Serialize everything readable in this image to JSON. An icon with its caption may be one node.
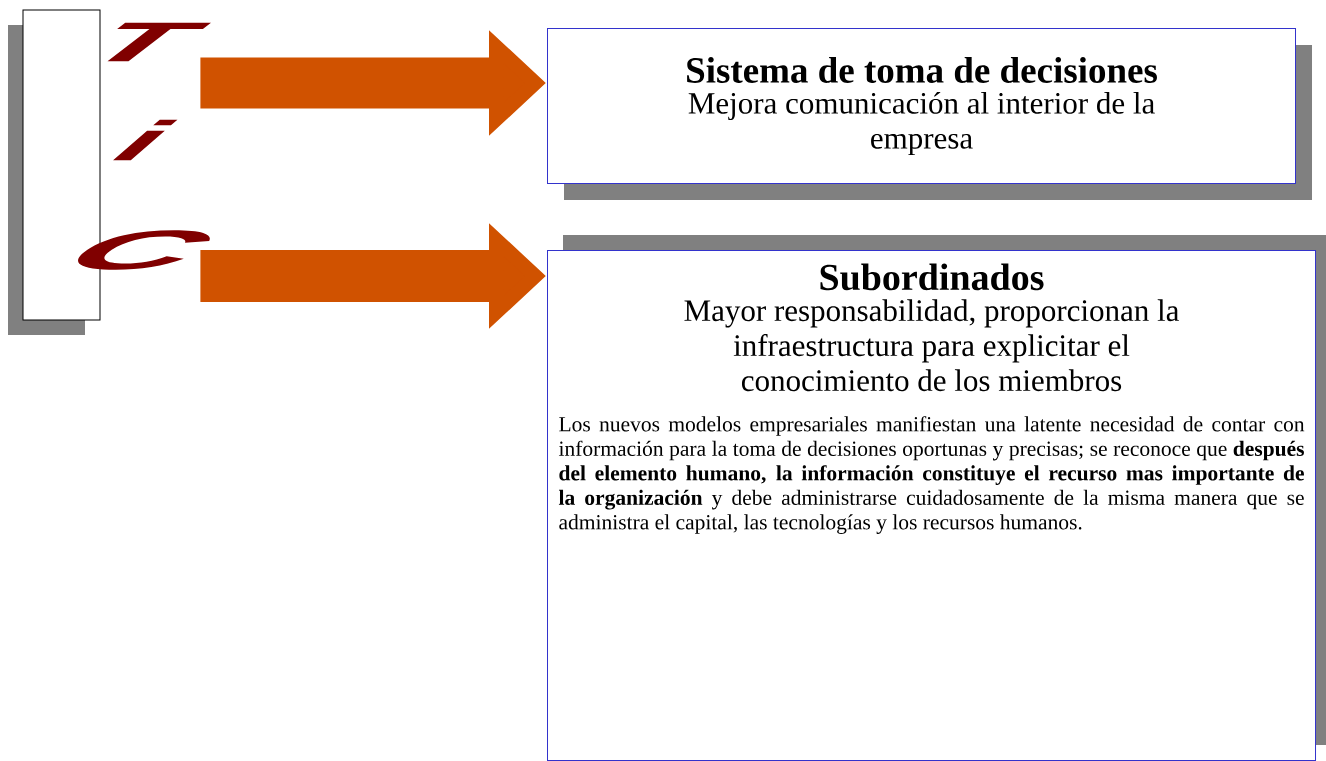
{
  "diagram": {
    "nodes": [
      {
        "text": [
          "T",
          "i",
          "C"
        ]
      },
      {
        "text": [
          "Sistema de toma de decisiones",
          "Mejora comunicación al interior de la empresa"
        ]
      },
      {
        "text": [
          "Subordinados",
          "Mayor responsabilidad, proporcionan la infraestructura para explicitar el conocimiento de los miembros",
          "Los nuevos modelos empresariales manifiestan una latente necesidad de contar con información para la toma de decisiones oportunas y precisas; se reconoce que **después del elemento humano, la información constituye el recurso mas importante de la organización** y debe administrarse cuidadosamente de la misma manera que se administra el capital, las tecnologías y los recursos humanos."
        ]
      }
    ],
    "edges": [
      {
        "from": 0,
        "to": 1,
        "arrow": "to"
      },
      {
        "from": 0,
        "to": 2,
        "arrow": "to"
      }
    ]
  }
}
